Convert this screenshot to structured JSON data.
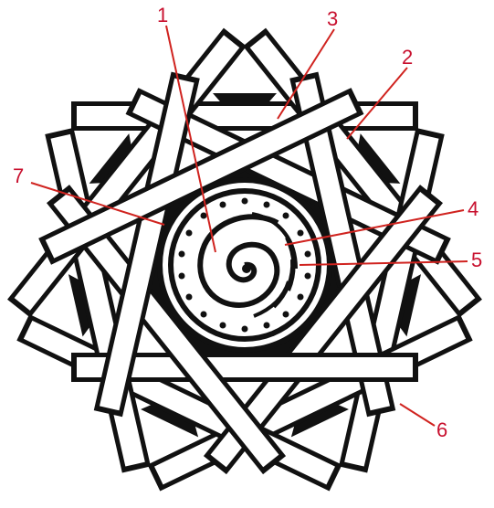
{
  "diagram": {
    "labels": [
      {
        "id": "1",
        "text": "1"
      },
      {
        "id": "2",
        "text": "2"
      },
      {
        "id": "3",
        "text": "3"
      },
      {
        "id": "4",
        "text": "4"
      },
      {
        "id": "5",
        "text": "5"
      },
      {
        "id": "6",
        "text": "6"
      },
      {
        "id": "7",
        "text": "7"
      }
    ],
    "colors": {
      "ink": "#111111",
      "paper": "#ffffff",
      "leader": "#d0231f",
      "label": "#c8102e"
    }
  }
}
